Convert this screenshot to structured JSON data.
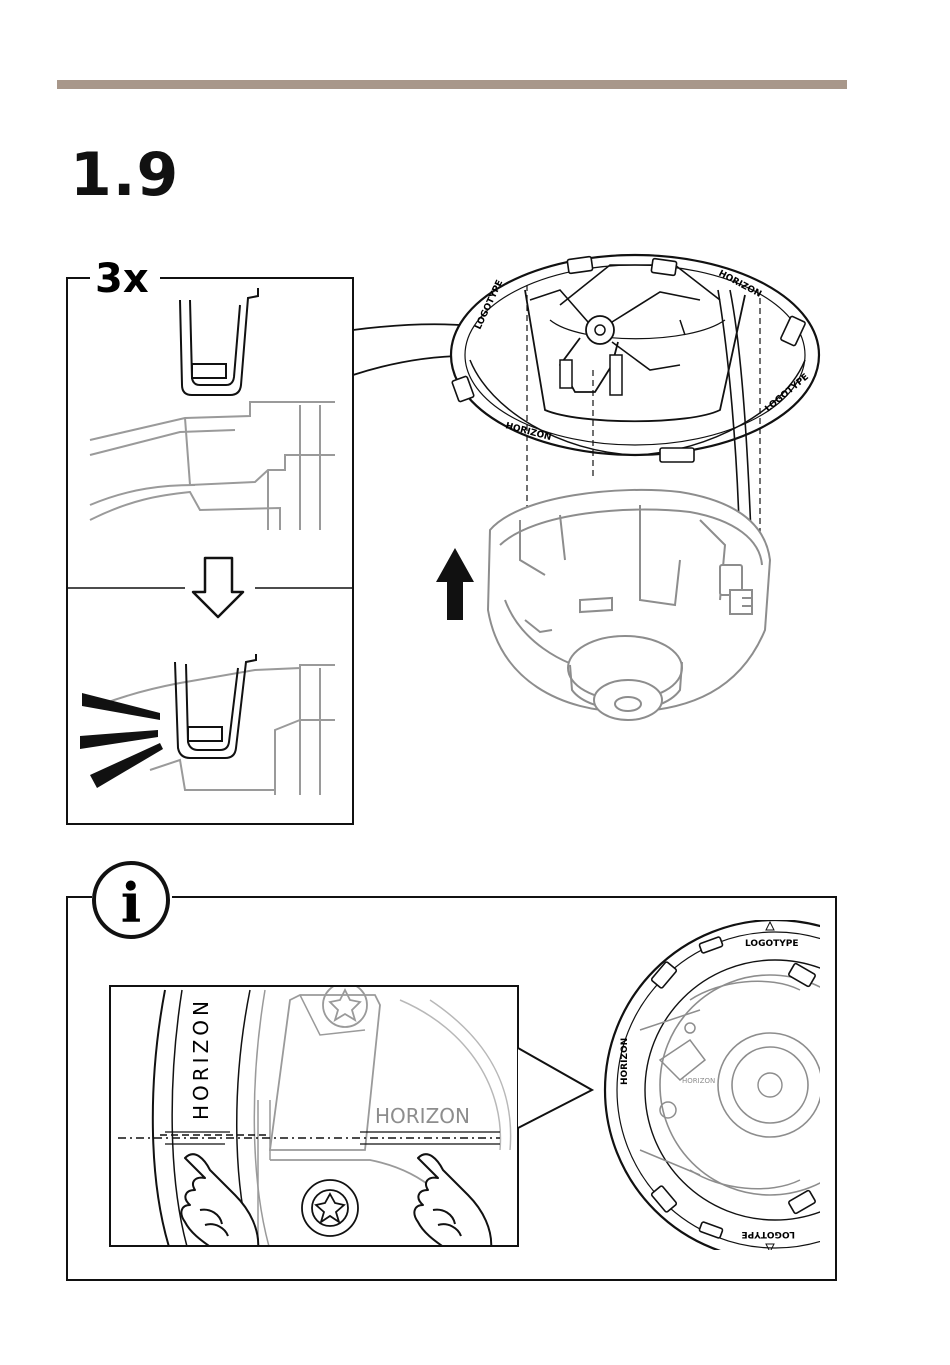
{
  "step": {
    "number": "1.9"
  },
  "colors": {
    "rule": "#a8978a",
    "line": "#111111",
    "gray": "#9a9a9a",
    "light_gray": "#b8b8b8"
  },
  "detail_panel": {
    "multiplier": "3x"
  },
  "info_panel": {
    "icon": "info-icon",
    "info_glyph": "i",
    "zoom_labels": {
      "horizon_ring": "HORIZON",
      "horizon_inner": "HORIZON"
    },
    "ring_labels": {
      "logotype_top": "LOGOTYPE",
      "horizon_left": "HORIZON",
      "inner_horizon": "HORIZON",
      "logotype_bottom": "LOGOTYPE"
    }
  },
  "bracket_labels": {
    "logotype_left": "LOGOTYPE",
    "horizon_top": "HORIZON",
    "logotype_right": "LOGOTYPE"
  },
  "icons": [
    "down-arrow-icon",
    "up-arrow-icon",
    "click-sound-icon",
    "pointing-hand-icon",
    "info-icon",
    "torx-screw-icon"
  ]
}
